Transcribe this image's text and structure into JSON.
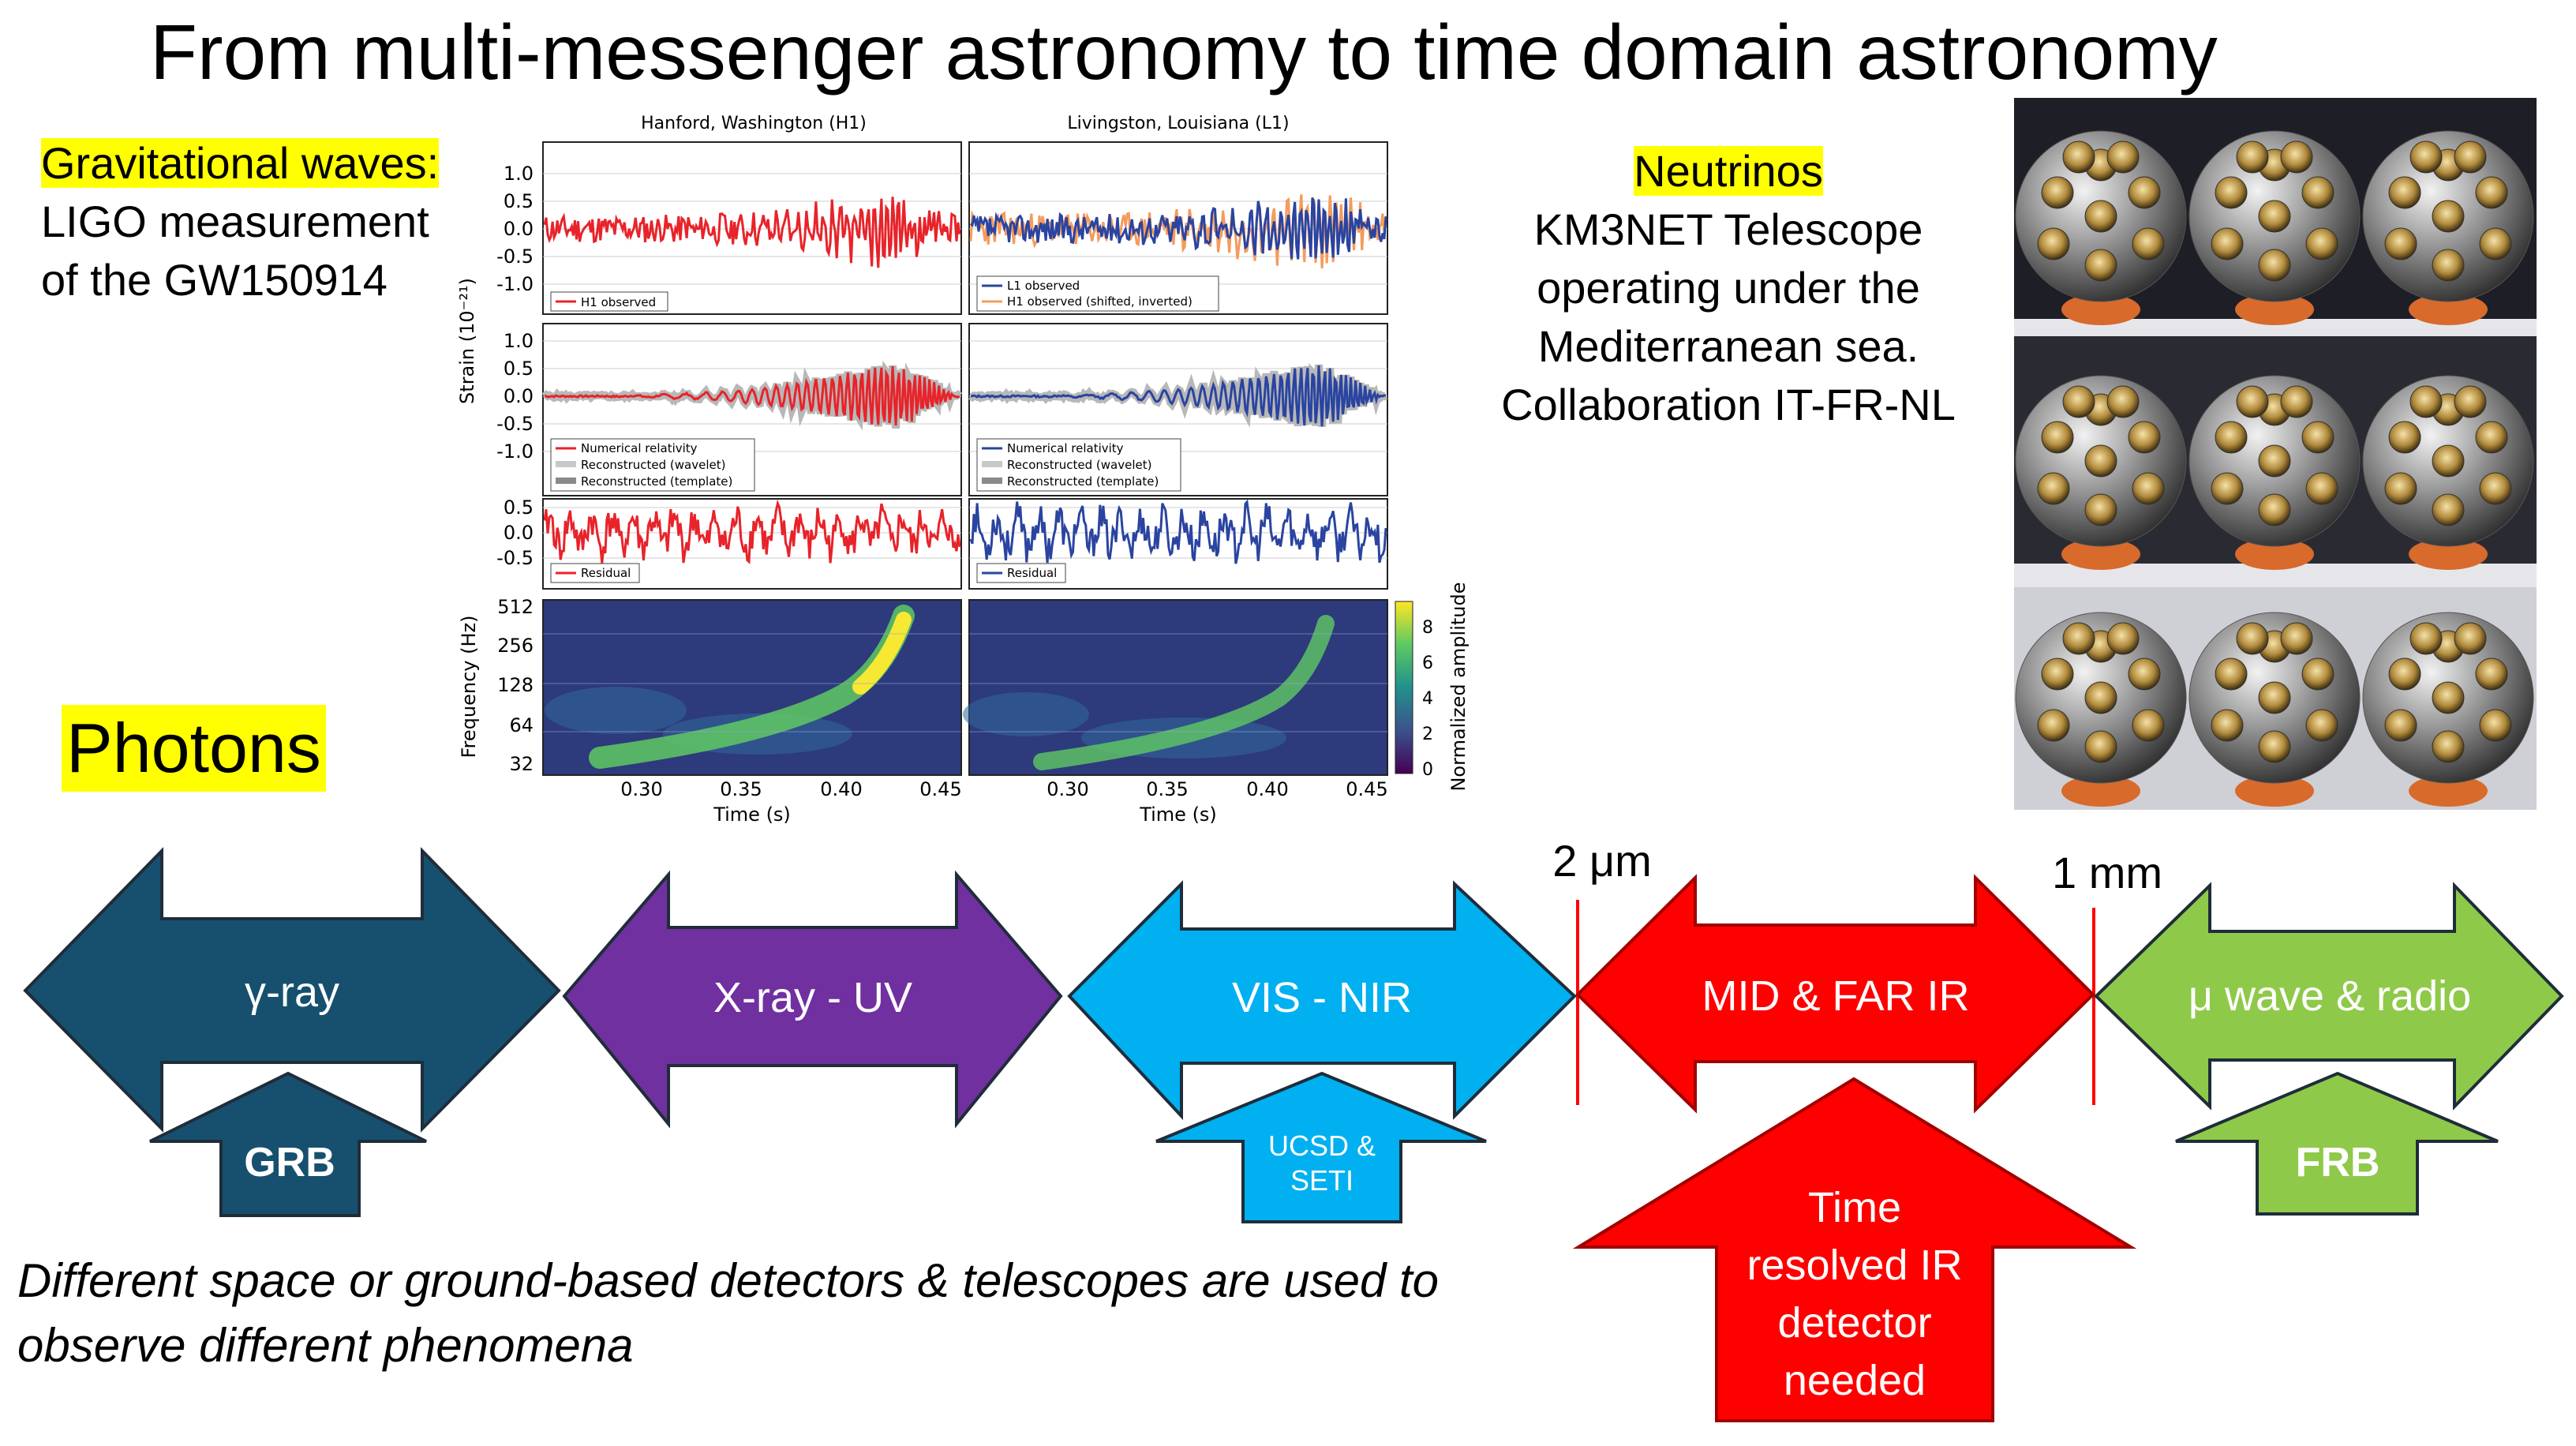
{
  "title": "From multi-messenger astronomy to time domain astronomy",
  "gravitational_waves": {
    "heading": "Gravitational waves:",
    "line1": "LIGO measurement",
    "line2": "of the GW150914"
  },
  "neutrinos": {
    "heading": "Neutrinos",
    "line1": "KM3NET Telescope",
    "line2": "operating under the",
    "line3": "Mediterranean sea.",
    "line4": "Collaboration IT-FR-NL"
  },
  "photons_label": "Photons",
  "ligo_plot": {
    "col_titles": [
      "Hanford, Washington (H1)",
      "Livingston, Louisiana (L1)"
    ],
    "strain_ylabel": "Strain (10⁻²¹)",
    "freq_ylabel": "Frequency (Hz)",
    "xlabel": "Time (s)",
    "colorbar_label": "Normalized amplitude",
    "strain_ticks": [
      "1.0",
      "0.5",
      "0.0",
      "-0.5",
      "-1.0"
    ],
    "residual_ticks": [
      "0.5",
      "0.0",
      "-0.5"
    ],
    "freq_ticks": [
      "512",
      "256",
      "128",
      "64",
      "32"
    ],
    "colorbar_ticks": [
      "8",
      "6",
      "4",
      "2",
      "0"
    ],
    "x_ticks": [
      "0.30",
      "0.35",
      "0.40",
      "0.45"
    ],
    "legend_h1_top": "H1 observed",
    "legend_l1_top_a": "L1 observed",
    "legend_l1_top_b": "H1 observed (shifted, inverted)",
    "legend_mid_a": "Numerical relativity",
    "legend_mid_b": "Reconstructed (wavelet)",
    "legend_mid_c": "Reconstructed (template)",
    "legend_residual": "Residual",
    "colors": {
      "h1": "#e8232a",
      "l1": "#2a44a0",
      "l1_shift": "#f59b5c",
      "nr_band": "#b8b8b8"
    }
  },
  "spectrum": {
    "bands": [
      {
        "label": "γ-ray",
        "color": "#17506f"
      },
      {
        "label": "X-ray - UV",
        "color": "#7030a0"
      },
      {
        "label": "VIS - NIR",
        "color": "#00b0f0"
      },
      {
        "label": "MID & FAR IR",
        "color": "#ff0000"
      },
      {
        "label": "μ wave & radio",
        "color": "#8fc94a"
      }
    ],
    "markers": [
      {
        "label": "2 μm"
      },
      {
        "label": "1 mm"
      }
    ],
    "up_arrows": [
      {
        "label": "GRB",
        "color": "#17506f"
      },
      {
        "label_line1": "UCSD &",
        "label_line2": "SETI",
        "color": "#00b0f0"
      },
      {
        "label_line1": "Time",
        "label_line2": "resolved IR",
        "label_line3": "detector",
        "label_line4": "needed",
        "color": "#ff0000"
      },
      {
        "label": "FRB",
        "color": "#8fc94a"
      }
    ]
  },
  "footnote": {
    "line1": "Different space or ground-based detectors & telescopes are used to",
    "line2": "observe different phenomena"
  }
}
